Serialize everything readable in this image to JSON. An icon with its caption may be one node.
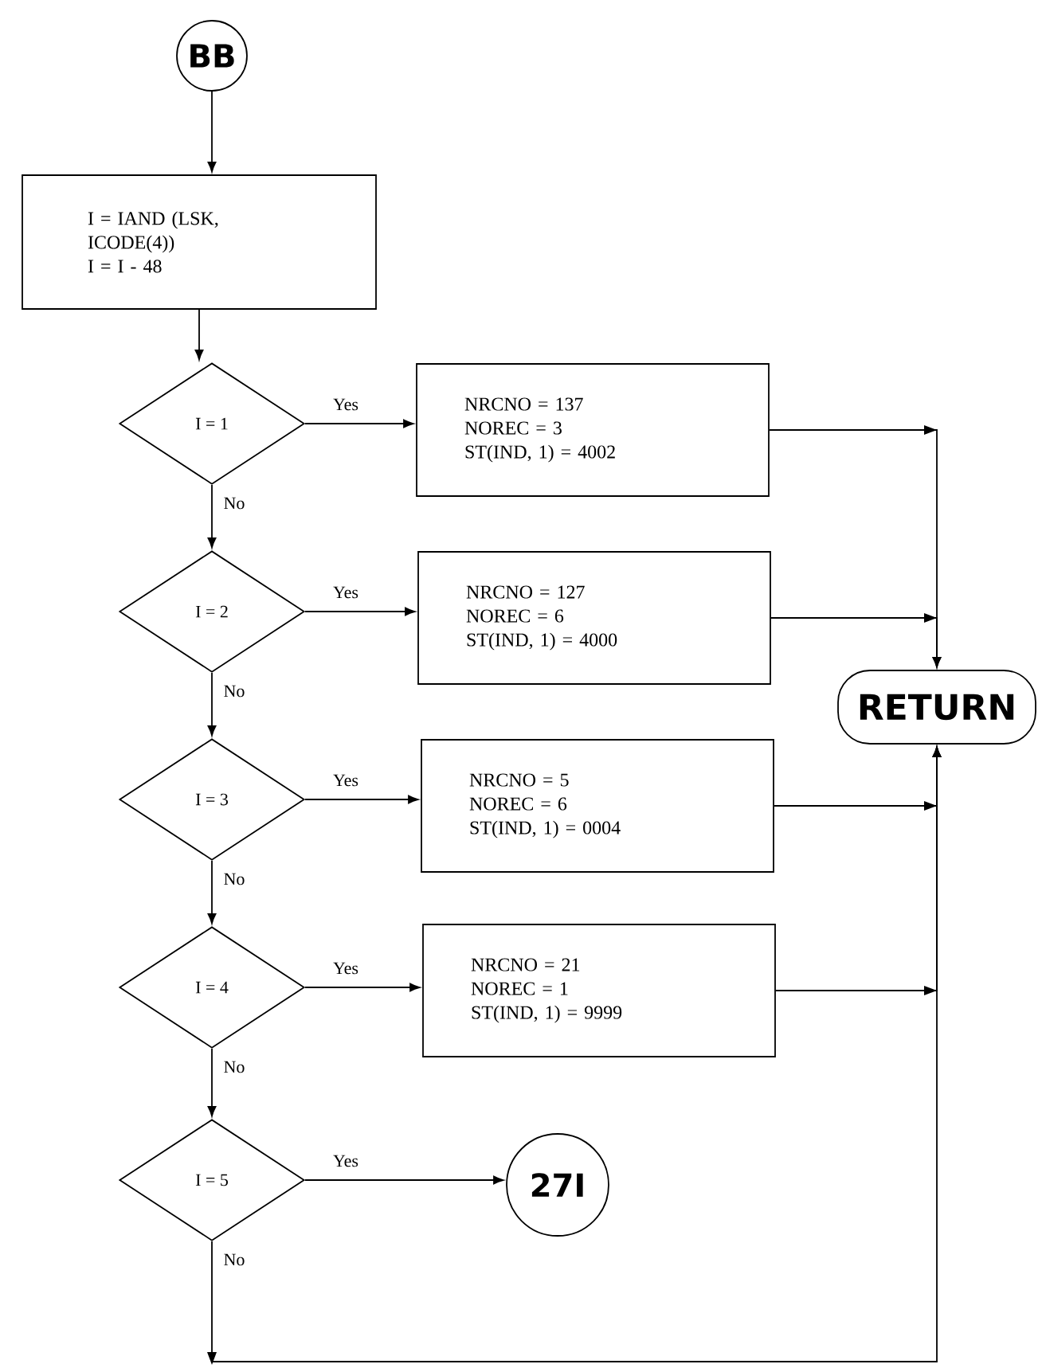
{
  "diagram": {
    "nodes": [
      {
        "text": [
          "BB"
        ]
      },
      {
        "text": [
          "I = IAND (LSK, ICODE(4))",
          "I = I - 48"
        ]
      },
      {
        "text": [
          "I = 1"
        ]
      },
      {
        "text": [
          "NRCNO = 137",
          "NOREC = 3",
          "ST(IND, 1) = 4002"
        ]
      },
      {
        "text": [
          "I = 2"
        ]
      },
      {
        "text": [
          "NRCNO = 127",
          "NOREC = 6",
          "ST(IND, 1) = 4000"
        ]
      },
      {
        "text": [
          "I = 3"
        ]
      },
      {
        "text": [
          "NRCNO = 5",
          "NOREC = 6",
          "ST(IND, 1) = 0004"
        ]
      },
      {
        "text": [
          "I = 4"
        ]
      },
      {
        "text": [
          "NRCNO = 21",
          "NOREC = 1",
          "ST(IND, 1) = 9999"
        ]
      },
      {
        "text": [
          "I = 5"
        ]
      },
      {
        "text": [
          "27I"
        ]
      },
      {
        "text": [
          "RETURN"
        ]
      }
    ],
    "edges": [
      {
        "from": 0,
        "to": 1,
        "arrow": "to"
      },
      {
        "from": 1,
        "to": 2,
        "arrow": "to"
      },
      {
        "from": 2,
        "to": 3,
        "arrow": "to",
        "label": "Yes"
      },
      {
        "from": 2,
        "to": 4,
        "arrow": "to",
        "label": "No"
      },
      {
        "from": 3,
        "to": 12,
        "arrow": "to"
      },
      {
        "from": 4,
        "to": 5,
        "arrow": "to",
        "label": "Yes"
      },
      {
        "from": 4,
        "to": 6,
        "arrow": "to",
        "label": "No"
      },
      {
        "from": 5,
        "to": 12,
        "arrow": "to"
      },
      {
        "from": 6,
        "to": 7,
        "arrow": "to",
        "label": "Yes"
      },
      {
        "from": 6,
        "to": 8,
        "arrow": "to",
        "label": "No"
      },
      {
        "from": 7,
        "to": 12,
        "arrow": "to"
      },
      {
        "from": 8,
        "to": 9,
        "arrow": "to",
        "label": "Yes"
      },
      {
        "from": 8,
        "to": 10,
        "arrow": "to",
        "label": "No"
      },
      {
        "from": 9,
        "to": 12,
        "arrow": "to"
      },
      {
        "from": 10,
        "to": 11,
        "arrow": "to",
        "label": "Yes"
      },
      {
        "from": 10,
        "to": 12,
        "arrow": "to",
        "label": "No"
      }
    ]
  }
}
